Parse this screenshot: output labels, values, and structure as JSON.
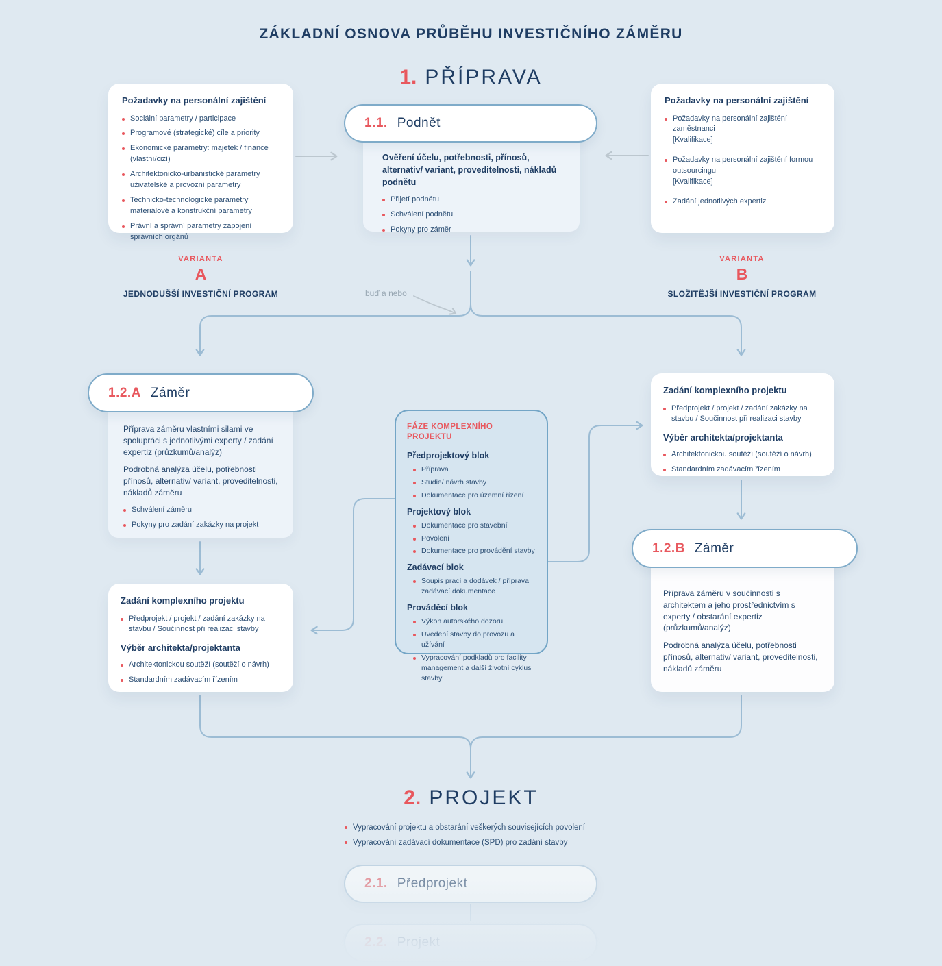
{
  "title": "ZÁKLADNÍ OSNOVA PRŮBĚHU INVESTIČNÍHO ZÁMĚRU",
  "colors": {
    "accent_red": "#e8585e",
    "navy": "#1f3d63",
    "line_blue": "#9cbcd4",
    "line_gray": "#bcc7cf",
    "background": "#dfe9f1"
  },
  "phase1": {
    "number": "1.",
    "label": "PŘÍPRAVA"
  },
  "left_requirements": {
    "heading": "Požadavky na personální zajištění",
    "items": [
      "Sociální parametry / participace",
      "Programové (strategické) cíle a priority",
      "Ekonomické parametry: majetek / finance (vlastní/cizí)",
      "Architektonicko-urbanistické parametry uživatelské a provozní parametry",
      "Technicko-technologické parametry materiálové a konstrukční parametry",
      "Právní a správní parametry zapojení správních orgánů"
    ]
  },
  "right_requirements": {
    "heading": "Požadavky na personální zajištění",
    "items": [
      "Požadavky na personální zajištění zaměstnanci\n[Kvalifikace]",
      "Požadavky na personální zajištění formou outsourcingu\n[Kvalifikace]",
      "Zadání jednotlivých expertiz"
    ]
  },
  "step11": {
    "number": "1.1.",
    "label": "Podnět",
    "intro": "Ověření účelu, potřebnosti, přínosů, alternativ/ variant, proveditelnosti, nákladů podnětu",
    "bullets": [
      "Přijetí podnětu",
      "Schválení podnětu",
      "Pokyny pro záměr"
    ]
  },
  "variant_a": {
    "kicker": "VARIANTA",
    "letter": "A",
    "title": "JEDNODUŠŠÍ INVESTIČNÍ PROGRAM"
  },
  "variant_b": {
    "kicker": "VARIANTA",
    "letter": "B",
    "title": "SLOŽITĚJŠÍ INVESTIČNÍ PROGRAM"
  },
  "connector_note": "buď a nebo",
  "step12a": {
    "number": "1.2.A",
    "label": "Záměr",
    "p1": "Příprava záměru vlastními silami ve spolupráci s jednotlivými experty / zadání expertiz (průzkumů/analýz)",
    "p2": "Podrobná analýza účelu, potřebnosti přínosů, alternativ/ variant, proveditelnosti, nákladů záměru",
    "bullets": [
      "Schválení záměru",
      "Pokyny pro zadání zakázky na projekt"
    ]
  },
  "step12b": {
    "number": "1.2.B",
    "label": "Záměr",
    "p1": "Příprava záměru v součinnosti s architektem a jeho prostřednictvím s experty / obstarání expertiz (průzkumů/analýz)",
    "p2": "Podrobná analýza účelu, potřebnosti přínosů, alternativ/ variant, proveditelnosti, nákladů záměru"
  },
  "faze": {
    "heading": "FÁZE KOMPLEXNÍHO PROJEKTU",
    "sections": [
      {
        "title": "Předprojektový blok",
        "bullets": [
          "Příprava",
          "Studie/ návrh stavby",
          "Dokumentace pro územní řízení"
        ]
      },
      {
        "title": "Projektový blok",
        "bullets": [
          "Dokumentace pro stavební",
          "Povolení",
          "Dokumentace pro provádění stavby"
        ]
      },
      {
        "title": "Zadávací blok",
        "bullets": [
          "Soupis prací a dodávek / příprava zadávací dokumentace"
        ]
      },
      {
        "title": "Prováděcí blok",
        "bullets": [
          "Výkon autorského dozoru",
          "Uvedení stavby do provozu a užívání",
          "Vypracování podkladů pro facility management a další životní cyklus stavby"
        ]
      }
    ]
  },
  "zadani_right": {
    "heading": "Zadání komplexního projektu",
    "bullets": [
      "Předprojekt / projekt / zadání zakázky na stavbu / Součinnost při realizaci stavby"
    ],
    "subheading": "Výběr architekta/projektanta",
    "subbullets": [
      "Architektonickou soutěží (soutěží o návrh)",
      "Standardním zadávacím řízením"
    ]
  },
  "zadani_left": {
    "heading": "Zadání komplexního projektu",
    "bullets": [
      "Předprojekt / projekt / zadání zakázky na stavbu / Součinnost při realizaci stavby"
    ],
    "subheading": "Výběr architekta/projektanta",
    "subbullets": [
      "Architektonickou soutěží (soutěží o návrh)",
      "Standardním zadávacím řízením"
    ]
  },
  "phase2": {
    "number": "2.",
    "label": "PROJEKT",
    "bullets": [
      "Vypracování projektu a obstarání veškerých souvisejících povolení",
      "Vypracování zadávací dokumentace (SPD) pro zadání stavby"
    ]
  },
  "step21": {
    "number": "2.1.",
    "label": "Předprojekt"
  },
  "step22": {
    "number": "2.2.",
    "label": "Projekt"
  }
}
